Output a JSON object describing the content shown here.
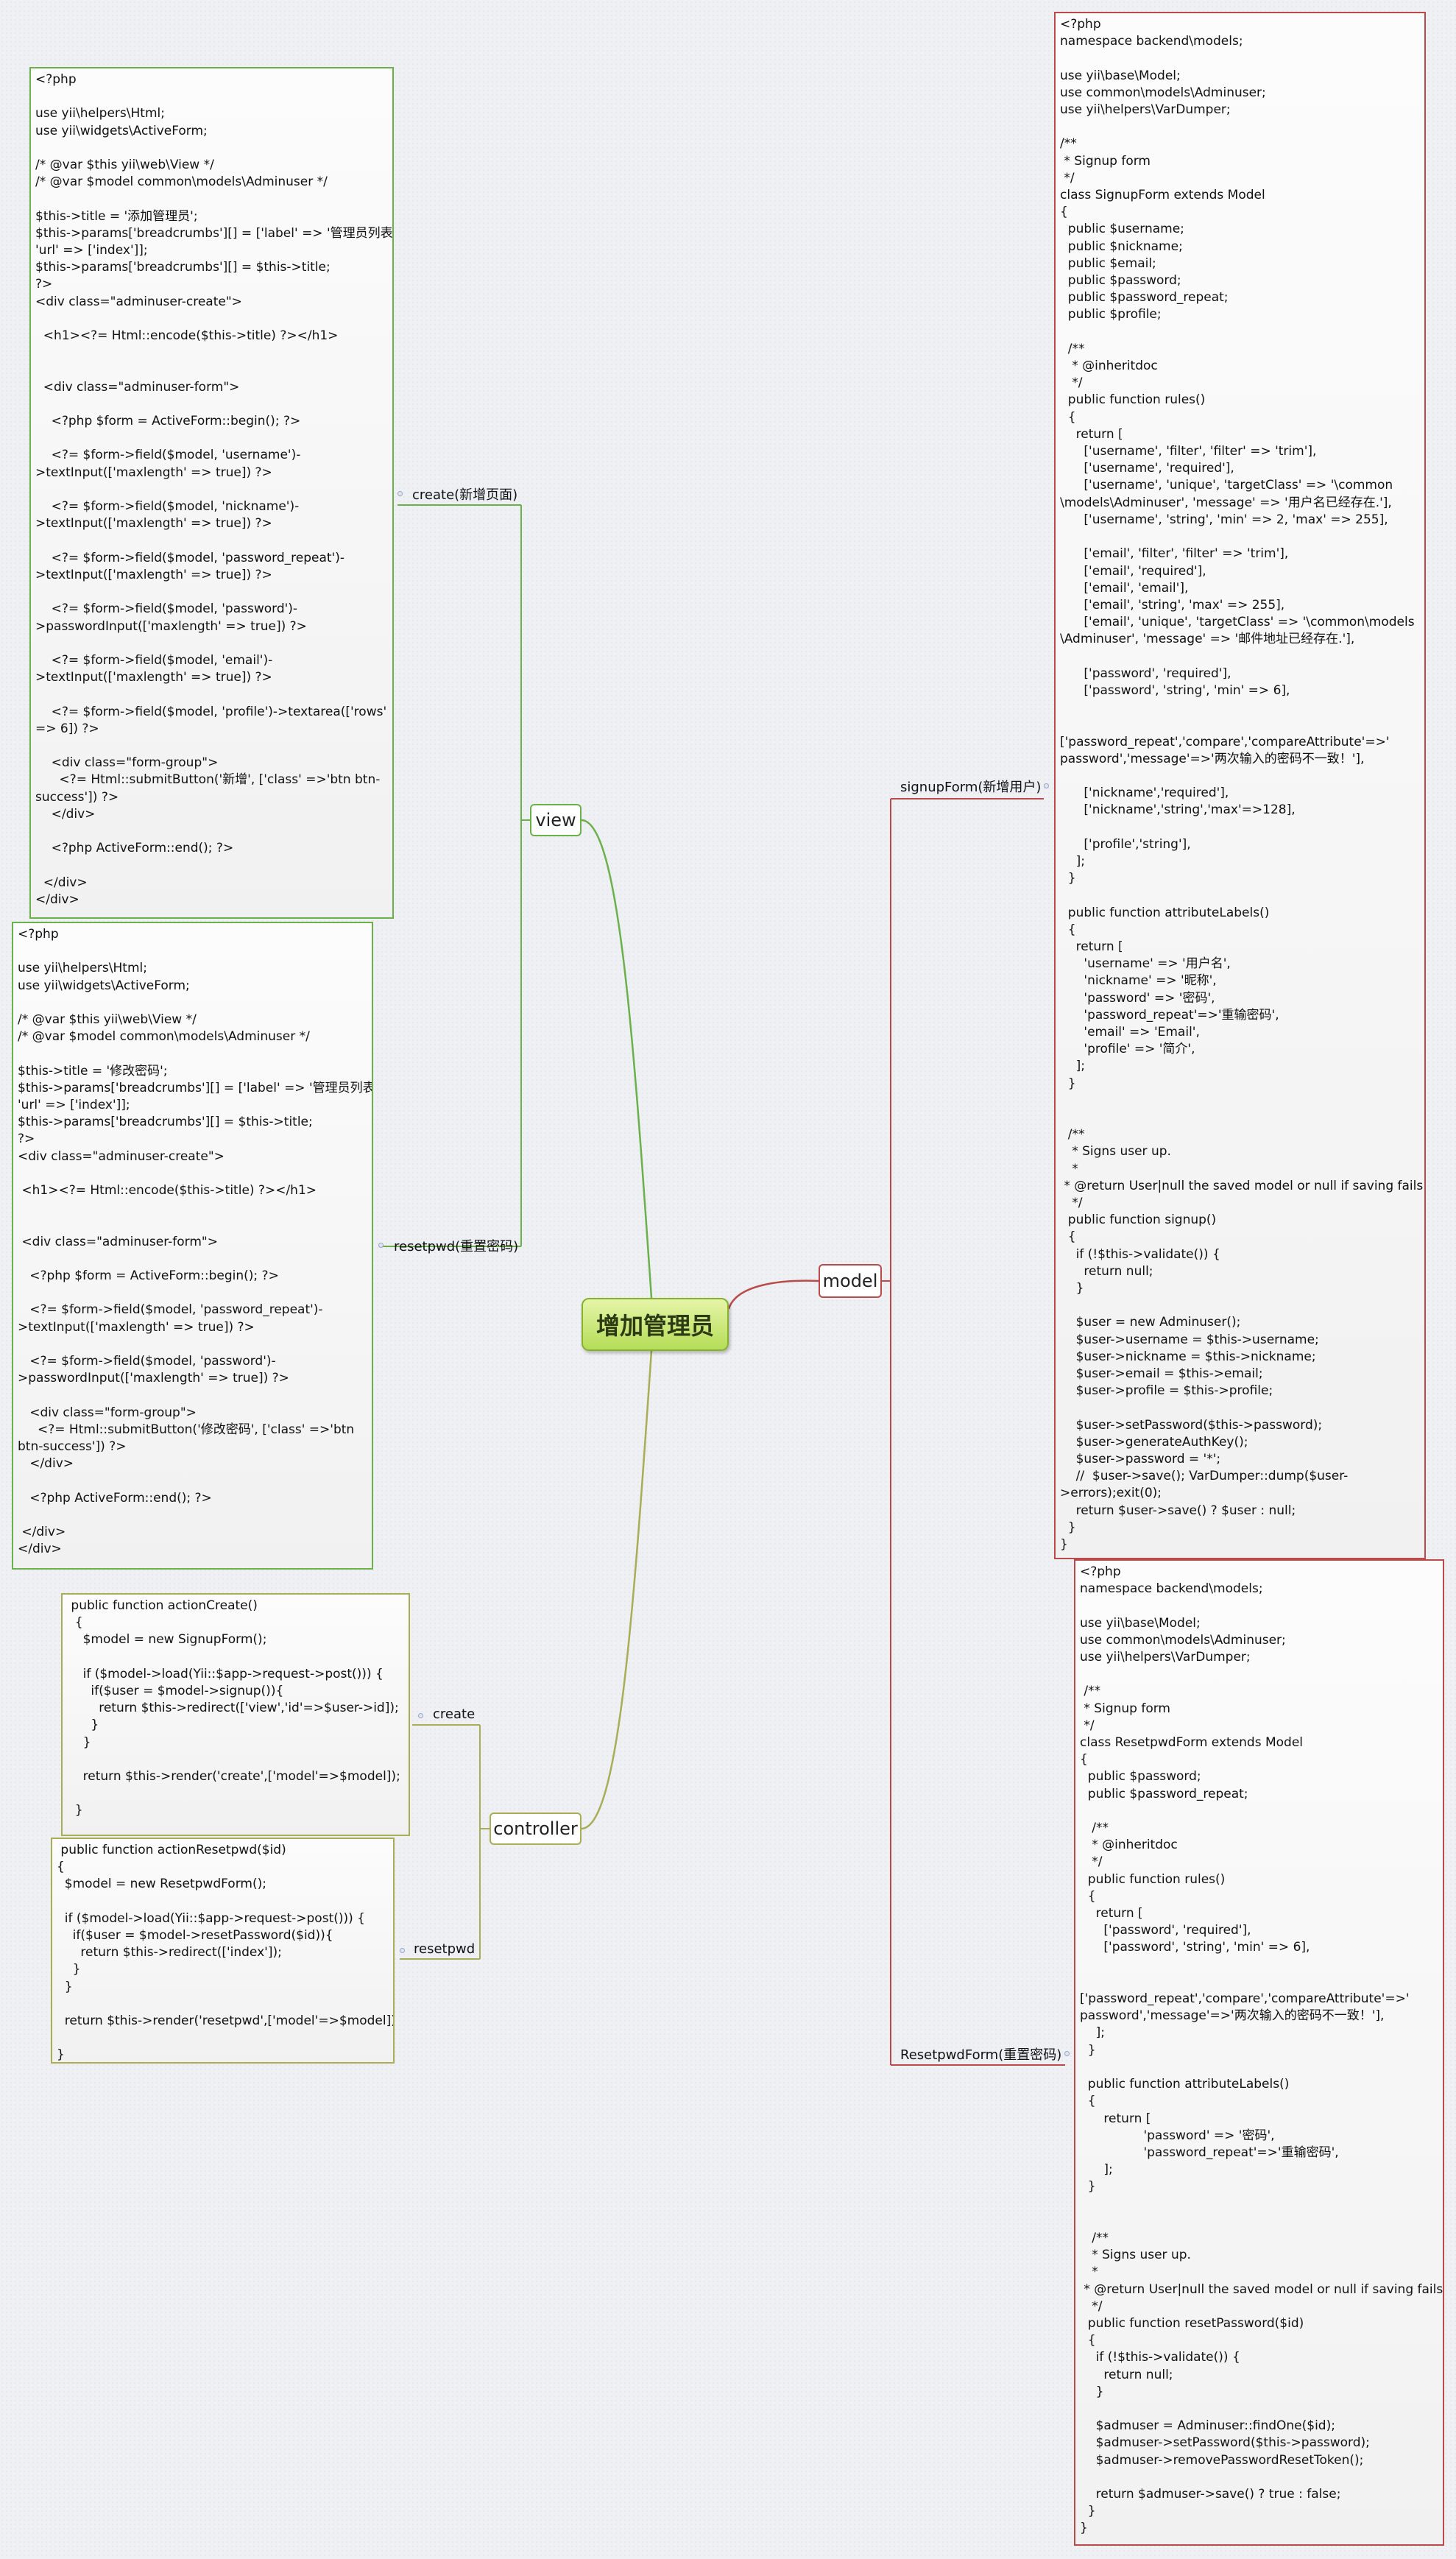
{
  "central_topic": "增加管理员",
  "branches": {
    "view": {
      "label": "view",
      "children": {
        "create": {
          "label": "create(新增页面)",
          "code": "<?php\n\nuse yii\\helpers\\Html;\nuse yii\\widgets\\ActiveForm;\n\n/* @var $this yii\\web\\View */\n/* @var $model common\\models\\Adminuser */\n\n$this->title = '添加管理员';\n$this->params['breadcrumbs'][] = ['label' => '管理员列表',\n'url' => ['index']];\n$this->params['breadcrumbs'][] = $this->title;\n?>\n<div class=\"adminuser-create\">\n\n  <h1><?= Html::encode($this->title) ?></h1>\n\n\n  <div class=\"adminuser-form\">\n\n    <?php $form = ActiveForm::begin(); ?>\n\n    <?= $form->field($model, 'username')-\n>textInput(['maxlength' => true]) ?>\n\n    <?= $form->field($model, 'nickname')-\n>textInput(['maxlength' => true]) ?>\n\n    <?= $form->field($model, 'password_repeat')-\n>textInput(['maxlength' => true]) ?>\n\n    <?= $form->field($model, 'password')-\n>passwordInput(['maxlength' => true]) ?>\n\n    <?= $form->field($model, 'email')-\n>textInput(['maxlength' => true]) ?>\n\n    <?= $form->field($model, 'profile')->textarea(['rows'\n=> 6]) ?>\n\n    <div class=\"form-group\">\n      <?= Html::submitButton('新增', ['class' =>'btn btn-\nsuccess']) ?>\n    </div>\n\n    <?php ActiveForm::end(); ?>\n\n  </div>\n</div>"
        },
        "resetpwd": {
          "label": "resetpwd(重置密码)",
          "code": "<?php\n\nuse yii\\helpers\\Html;\nuse yii\\widgets\\ActiveForm;\n\n/* @var $this yii\\web\\View */\n/* @var $model common\\models\\Adminuser */\n\n$this->title = '修改密码';\n$this->params['breadcrumbs'][] = ['label' => '管理员列表',\n'url' => ['index']];\n$this->params['breadcrumbs'][] = $this->title;\n?>\n<div class=\"adminuser-create\">\n\n <h1><?= Html::encode($this->title) ?></h1>\n\n\n <div class=\"adminuser-form\">\n\n   <?php $form = ActiveForm::begin(); ?>\n\n   <?= $form->field($model, 'password_repeat')-\n>textInput(['maxlength' => true]) ?>\n\n   <?= $form->field($model, 'password')-\n>passwordInput(['maxlength' => true]) ?>\n\n   <div class=\"form-group\">\n     <?= Html::submitButton('修改密码', ['class' =>'btn\nbtn-success']) ?>\n   </div>\n\n   <?php ActiveForm::end(); ?>\n\n </div>\n</div>"
        }
      }
    },
    "controller": {
      "label": "controller",
      "children": {
        "create": {
          "label": "create",
          "code": " public function actionCreate()\n  {\n    $model = new SignupForm();\n\n    if ($model->load(Yii::$app->request->post())) {\n      if($user = $model->signup()){\n        return $this->redirect(['view','id'=>$user->id]);\n      }\n    }\n\n    return $this->render('create',['model'=>$model]);\n\n  }"
        },
        "resetpwd": {
          "label": "resetpwd",
          "code": " public function actionResetpwd($id)\n{\n  $model = new ResetpwdForm();\n\n  if ($model->load(Yii::$app->request->post())) {\n    if($user = $model->resetPassword($id)){\n      return $this->redirect(['index']);\n    }\n  }\n\n  return $this->render('resetpwd',['model'=>$model]);\n\n}"
        }
      }
    },
    "model": {
      "label": "model",
      "children": {
        "signup": {
          "label": "signupForm(新增用户)",
          "code": "<?php\nnamespace backend\\models;\n\nuse yii\\base\\Model;\nuse common\\models\\Adminuser;\nuse yii\\helpers\\VarDumper;\n\n/**\n * Signup form\n */\nclass SignupForm extends Model\n{\n  public $username;\n  public $nickname;\n  public $email;\n  public $password;\n  public $password_repeat;\n  public $profile;\n\n  /**\n   * @inheritdoc\n   */\n  public function rules()\n  {\n    return [\n      ['username', 'filter', 'filter' => 'trim'],\n      ['username', 'required'],\n      ['username', 'unique', 'targetClass' => '\\common\n\\models\\Adminuser', 'message' => '用户名已经存在.'],\n      ['username', 'string', 'min' => 2, 'max' => 255],\n\n      ['email', 'filter', 'filter' => 'trim'],\n      ['email', 'required'],\n      ['email', 'email'],\n      ['email', 'string', 'max' => 255],\n      ['email', 'unique', 'targetClass' => '\\common\\models\n\\Adminuser', 'message' => '邮件地址已经存在.'],\n\n      ['password', 'required'],\n      ['password', 'string', 'min' => 6],\n\n\n['password_repeat','compare','compareAttribute'=>'\npassword','message'=>'两次输入的密码不一致！'],\n\n      ['nickname','required'],\n      ['nickname','string','max'=>128],\n\n      ['profile','string'],\n    ];\n  }\n\n  public function attributeLabels()\n  {\n    return [\n      'username' => '用户名',\n      'nickname' => '昵称',\n      'password' => '密码',\n      'password_repeat'=>'重输密码',\n      'email' => 'Email',\n      'profile' => '简介',\n    ];\n  }\n\n\n  /**\n   * Signs user up.\n   *\n * @return User|null the saved model or null if saving fails\n   */\n  public function signup()\n  {\n    if (!$this->validate()) {\n      return null;\n    }\n\n    $user = new Adminuser();\n    $user->username = $this->username;\n    $user->nickname = $this->nickname;\n    $user->email = $this->email;\n    $user->profile = $this->profile;\n\n    $user->setPassword($this->password);\n    $user->generateAuthKey();\n    $user->password = '*';\n    //  $user->save(); VarDumper::dump($user-\n>errors);exit(0);\n    return $user->save() ? $user : null;\n  }\n}"
        },
        "resetpwd": {
          "label": "ResetpwdForm(重置密码)",
          "code": "<?php\nnamespace backend\\models;\n\nuse yii\\base\\Model;\nuse common\\models\\Adminuser;\nuse yii\\helpers\\VarDumper;\n\n /**\n * Signup form\n */\nclass ResetpwdForm extends Model\n{\n  public $password;\n  public $password_repeat;\n\n   /**\n   * @inheritdoc\n   */\n  public function rules()\n  {\n    return [\n      ['password', 'required'],\n      ['password', 'string', 'min' => 6],\n\n\n['password_repeat','compare','compareAttribute'=>'\npassword','message'=>'两次输入的密码不一致！'],\n    ];\n  }\n\n  public function attributeLabels()\n  {\n      return [\n                'password' => '密码',\n                'password_repeat'=>'重输密码',\n      ];\n  }\n\n\n   /**\n   * Signs user up.\n   *\n * @return User|null the saved model or null if saving fails\n   */\n  public function resetPassword($id)\n  {\n    if (!$this->validate()) {\n      return null;\n    }\n\n    $admuser = Adminuser::findOne($id);\n    $admuser->setPassword($this->password);\n    $admuser->removePasswordResetToken();\n\n    return $admuser->save() ? true : false;\n  }\n}"
        }
      }
    }
  },
  "colors": {
    "view": "#6cb04b",
    "controller": "#a9ad56",
    "model": "#bb4a4a",
    "central_fill": "#b5dd58"
  }
}
